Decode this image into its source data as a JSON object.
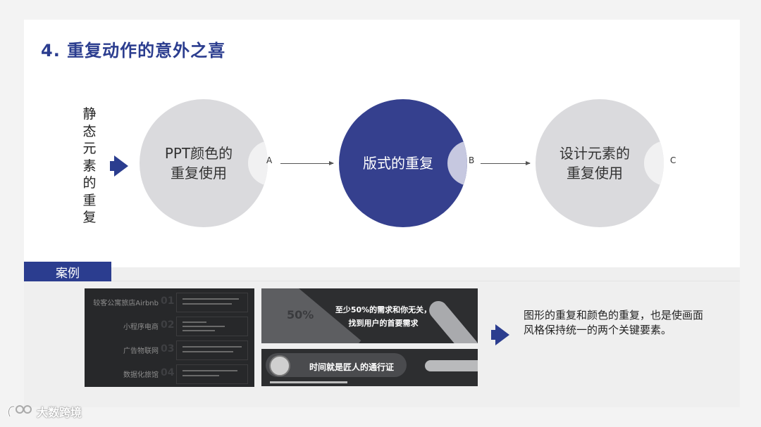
{
  "title": "4. 重复动作的意外之喜",
  "side_label": [
    "静",
    "态",
    "元",
    "素",
    "的",
    "重",
    "复"
  ],
  "circles": [
    {
      "lines": [
        "PPT颜色的",
        "重复使用"
      ],
      "letter": "A"
    },
    {
      "lines": [
        "版式的重复"
      ],
      "letter": "B"
    },
    {
      "lines": [
        "设计元素的",
        "重复使用"
      ],
      "letter": "C"
    }
  ],
  "case_tab": "案例",
  "example1": {
    "rows": [
      {
        "label": "较客公寓旅店Airbnb",
        "num": "01"
      },
      {
        "label": "小程序电商",
        "num": "02"
      },
      {
        "label": "广告物联网",
        "num": "03"
      },
      {
        "label": "数据化旅馆",
        "num": "04"
      }
    ]
  },
  "example2": {
    "percent": "50%",
    "line1": "至少50%的需求和你无关，",
    "line2": "找到用户的首要需求"
  },
  "example3": {
    "text": "时间就是匠人的通行证"
  },
  "description": "图形的重复和颜色的重复，也是使画面风格保持统一的两个关键要素。",
  "watermark": "大数跨境",
  "colors": {
    "accent": "#2b3d8f",
    "circle_light": "#dadadd",
    "circle_dark": "#35408e"
  },
  "icons": [
    "arrow-right-icon",
    "clock-icon",
    "watermark-logo-icon"
  ]
}
